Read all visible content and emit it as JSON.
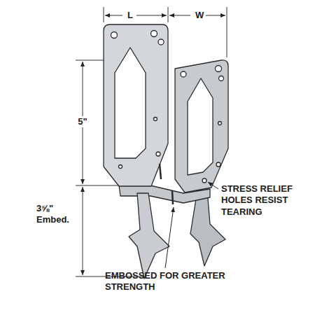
{
  "diagram": {
    "labels": [
      "L",
      "W",
      "5\"",
      "3⅝\" Embed.",
      "STRESS RELIEF HOLES RESIST TEARING",
      "EMBOSSED FOR GREATER STRENGTH"
    ]
  }
}
